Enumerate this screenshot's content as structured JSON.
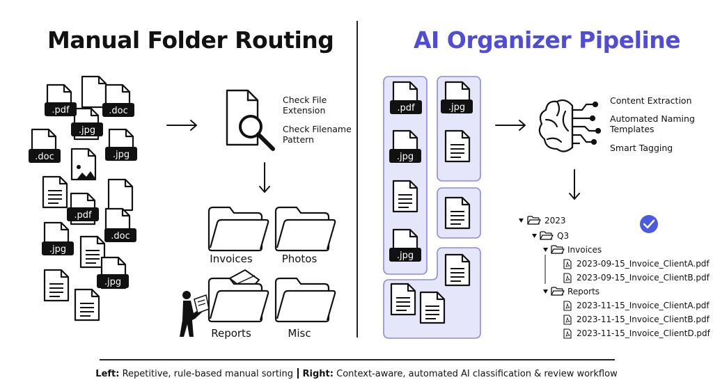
{
  "left": {
    "title": "Manual Folder Routing",
    "file_tags": [
      ".pdf",
      ".doc",
      ".jpg",
      ".doc",
      ".jpg",
      ".pdf",
      ".jpg",
      ".doc",
      ".jpg"
    ],
    "steps": [
      "Check File Extension",
      "Check Filename Pattern"
    ],
    "folders": [
      "Invoices",
      "Photos",
      "Reports",
      "Misc"
    ]
  },
  "right": {
    "title": "AI Organizer Pipeline",
    "file_tags": [
      ".pdf",
      ".jpg",
      ".jpg",
      ".jpg"
    ],
    "steps": [
      "Content Extraction",
      "Automated Naming Templates",
      "Smart Tagging"
    ],
    "tree": {
      "year": "2023",
      "quarter": "Q3",
      "folder1": "Invoices",
      "folder1_files": [
        "2023-09-15_Invoice_ClientA.pdf",
        "2023-09-15_Invoice_ClientB.pdf"
      ],
      "folder2": "Reports",
      "folder2_files": [
        "2023-11-15_Invoice_ClientA.pdf",
        "2023-11-15_Invoice_ClientB.pdf",
        "2023-11-15_Invoice_ClientD.pdf"
      ]
    }
  },
  "caption": {
    "left_label": "Left:",
    "left_text": "Repetitive, rule-based manual sorting",
    "right_label": "Right:",
    "right_text": "Context-aware, automated AI classification & review workflow"
  },
  "colors": {
    "accent": "#4f4cd8",
    "group_fill": "#e6e6fa",
    "group_stroke": "#8b89e0",
    "check": "#4a5be0"
  }
}
